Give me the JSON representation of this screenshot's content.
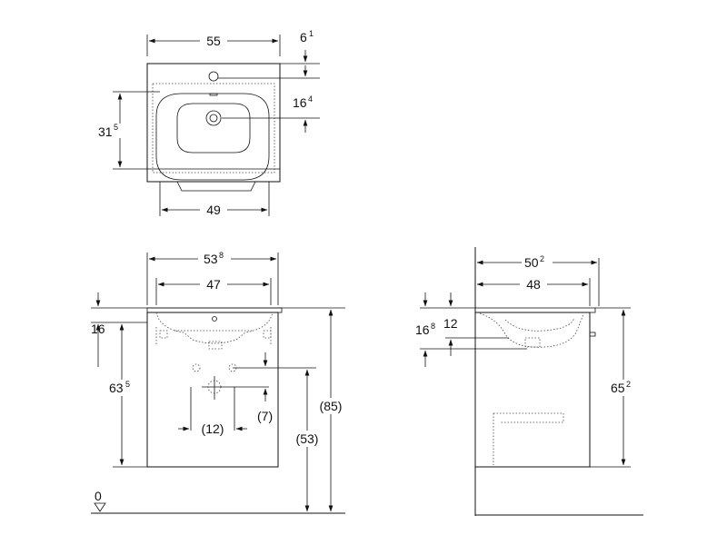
{
  "top_view": {
    "width": "55",
    "offset_main": "6",
    "offset_sup": "1",
    "tap_main": "16",
    "tap_sup": "4",
    "depth_main": "31",
    "depth_sup": "5",
    "basin_width": "49"
  },
  "front_view": {
    "outer_main": "53",
    "outer_sup": "8",
    "inner": "47",
    "rim": "16",
    "height_main": "63",
    "height_sup": "5",
    "drain_offset": "(7)",
    "drain_spacing": "(12)",
    "drain_height": "(53)",
    "total_height": "(85)",
    "floor": "0"
  },
  "side_view": {
    "depth_main": "50",
    "depth_sup": "2",
    "inner_depth": "48",
    "basin_main": "16",
    "basin_sup": "8",
    "basin_inner": "12",
    "height_main": "65",
    "height_sup": "2"
  }
}
